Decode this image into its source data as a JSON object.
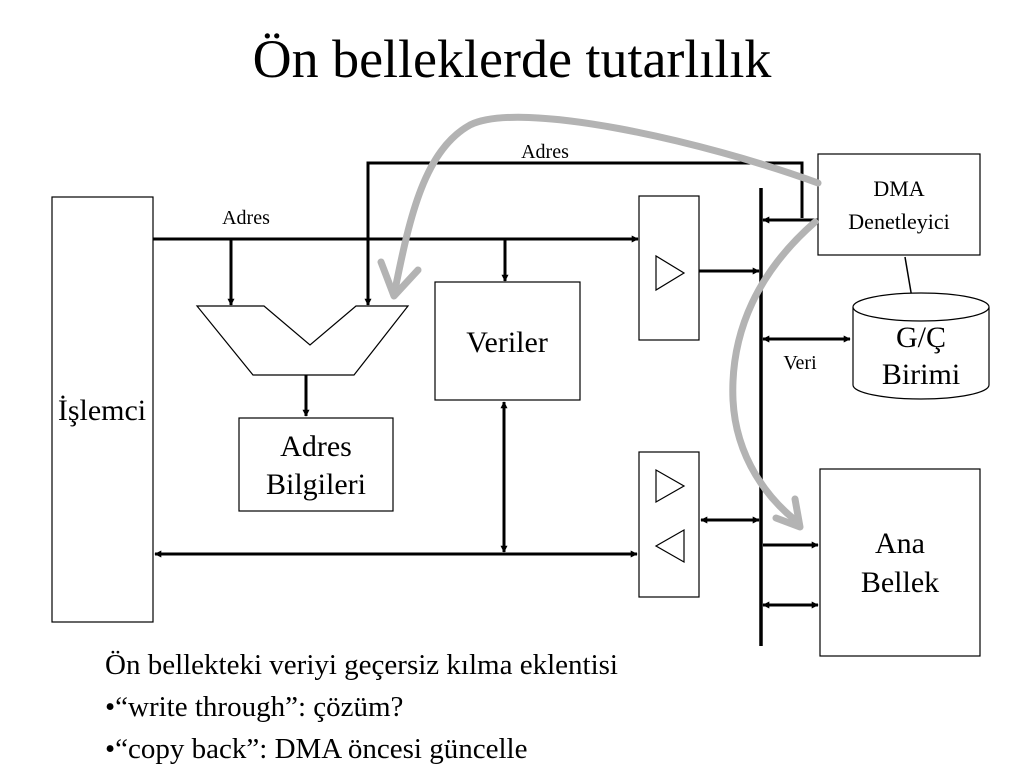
{
  "title": "Ön belleklerde tutarlılık",
  "diagram": {
    "processor": "İşlemci",
    "address_top": "Adres",
    "address_left": "Adres",
    "data_label": "Veri",
    "data_box": "Veriler",
    "address_info": [
      "Adres",
      "Bilgileri"
    ],
    "dma": [
      "DMA",
      "Denetleyici"
    ],
    "io_unit": [
      "G/Ç",
      "Birimi"
    ],
    "main_memory": [
      "Ana",
      "Bellek"
    ],
    "colors": {
      "line": "#000000",
      "arrow_gray": "#b3b3b3"
    }
  },
  "bullets": [
    "Ön bellekteki veriyi geçersiz kılma eklentisi",
    "•“write through”: çözüm?",
    "•“copy back”: DMA öncesi güncelle"
  ]
}
